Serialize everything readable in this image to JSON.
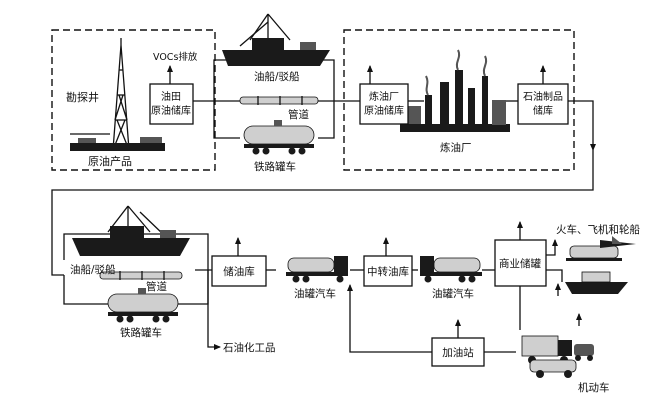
{
  "labels": {
    "exploration_well": "勘探井",
    "crude_product": "原油产品",
    "vocs_emission": "VOCs排放",
    "oilfield_storage_line1": "油田",
    "oilfield_storage_line2": "原油储库",
    "tanker_barge_top": "油船/驳船",
    "pipeline_top": "管道",
    "rail_tank_car_top": "铁路罐车",
    "refinery_storage_line1": "炼油厂",
    "refinery_storage_line2": "原油储库",
    "refinery": "炼油厂",
    "product_storage_line1": "石油制品",
    "product_storage_line2": "储库",
    "tanker_barge_bottom": "油船/驳船",
    "pipeline_bottom": "管道",
    "rail_tank_car_bottom": "铁路罐车",
    "oil_depot": "储油库",
    "petrochemicals": "石油化工品",
    "tank_truck_1": "油罐汽车",
    "transfer_depot": "中转油库",
    "tank_truck_2": "油罐汽车",
    "commercial_storage": "商业储罐",
    "train_plane_ship": "火车、飞机和轮船",
    "gas_station": "加油站",
    "motor_vehicle": "机动车"
  }
}
